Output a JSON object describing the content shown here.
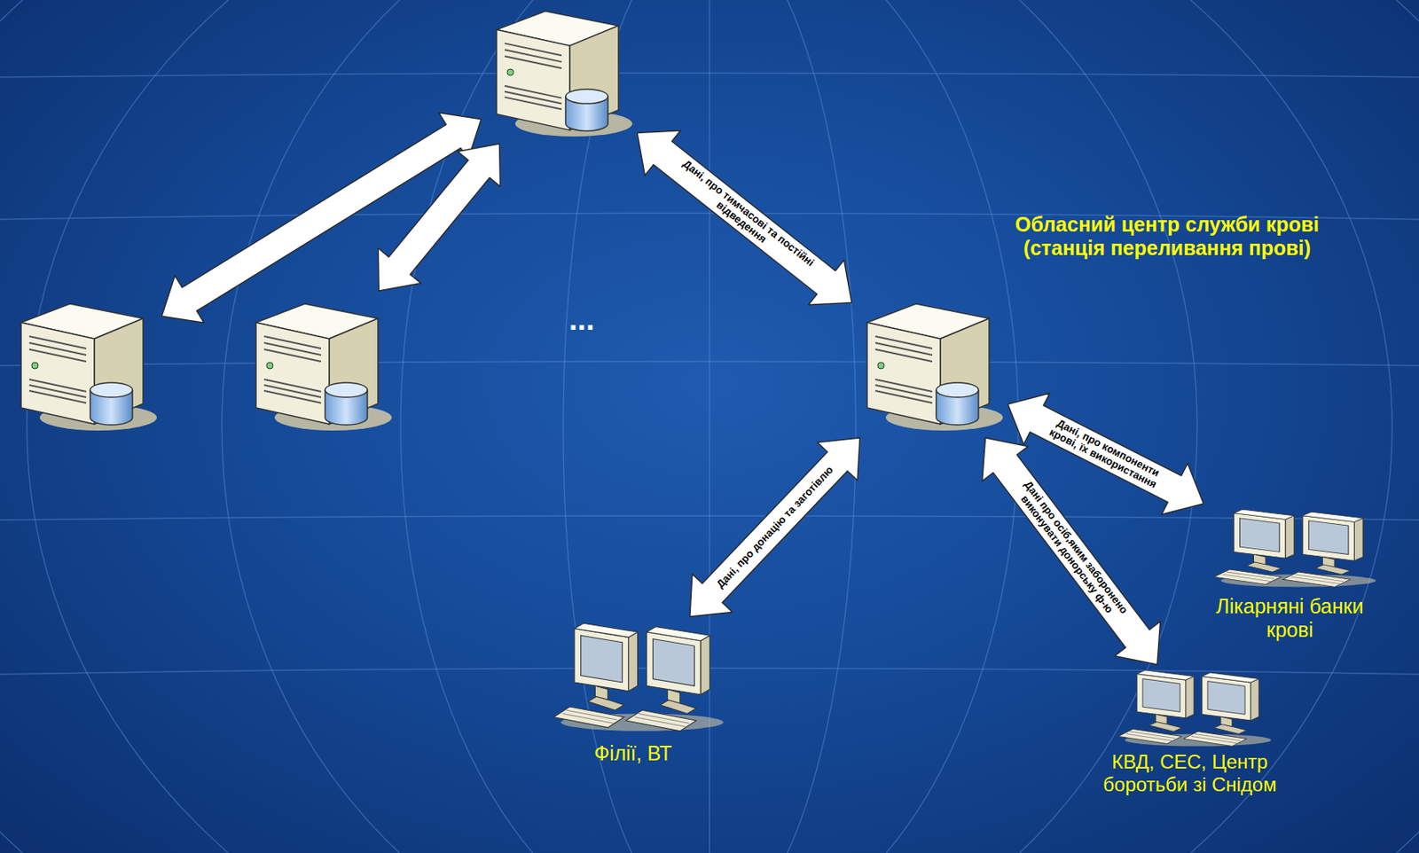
{
  "diagram": {
    "nodes": [
      {
        "text": []
      },
      {
        "text": []
      },
      {
        "text": []
      },
      {
        "text": [
          "Обласний центр служби крові (станція переливання прові)"
        ]
      },
      {
        "text": [
          "Лікарняні банки крові"
        ]
      },
      {
        "text": [
          "Філії, ВТ"
        ]
      },
      {
        "text": [
          "КВД, СЕС, Центр боротьби зі Снідом"
        ]
      }
    ],
    "edges": [
      {
        "from": 0,
        "to": 1,
        "arrow": "both"
      },
      {
        "from": 0,
        "to": 2,
        "arrow": "both"
      },
      {
        "from": 0,
        "to": 3,
        "label": "Дані, про тимчасові та постійні відведення",
        "arrow": "both"
      },
      {
        "from": 3,
        "to": 4,
        "label": "Дані, про компоненти крові, їх використання",
        "arrow": "both"
      },
      {
        "from": 3,
        "to": 5,
        "label": "Дані, про донацію та заготівлю",
        "arrow": "both"
      },
      {
        "from": 3,
        "to": 6,
        "label": "Дані про осіб,яким заборонено виконувати донорську ф-ю",
        "arrow": "both"
      }
    ],
    "labels": [
      "..."
    ]
  }
}
